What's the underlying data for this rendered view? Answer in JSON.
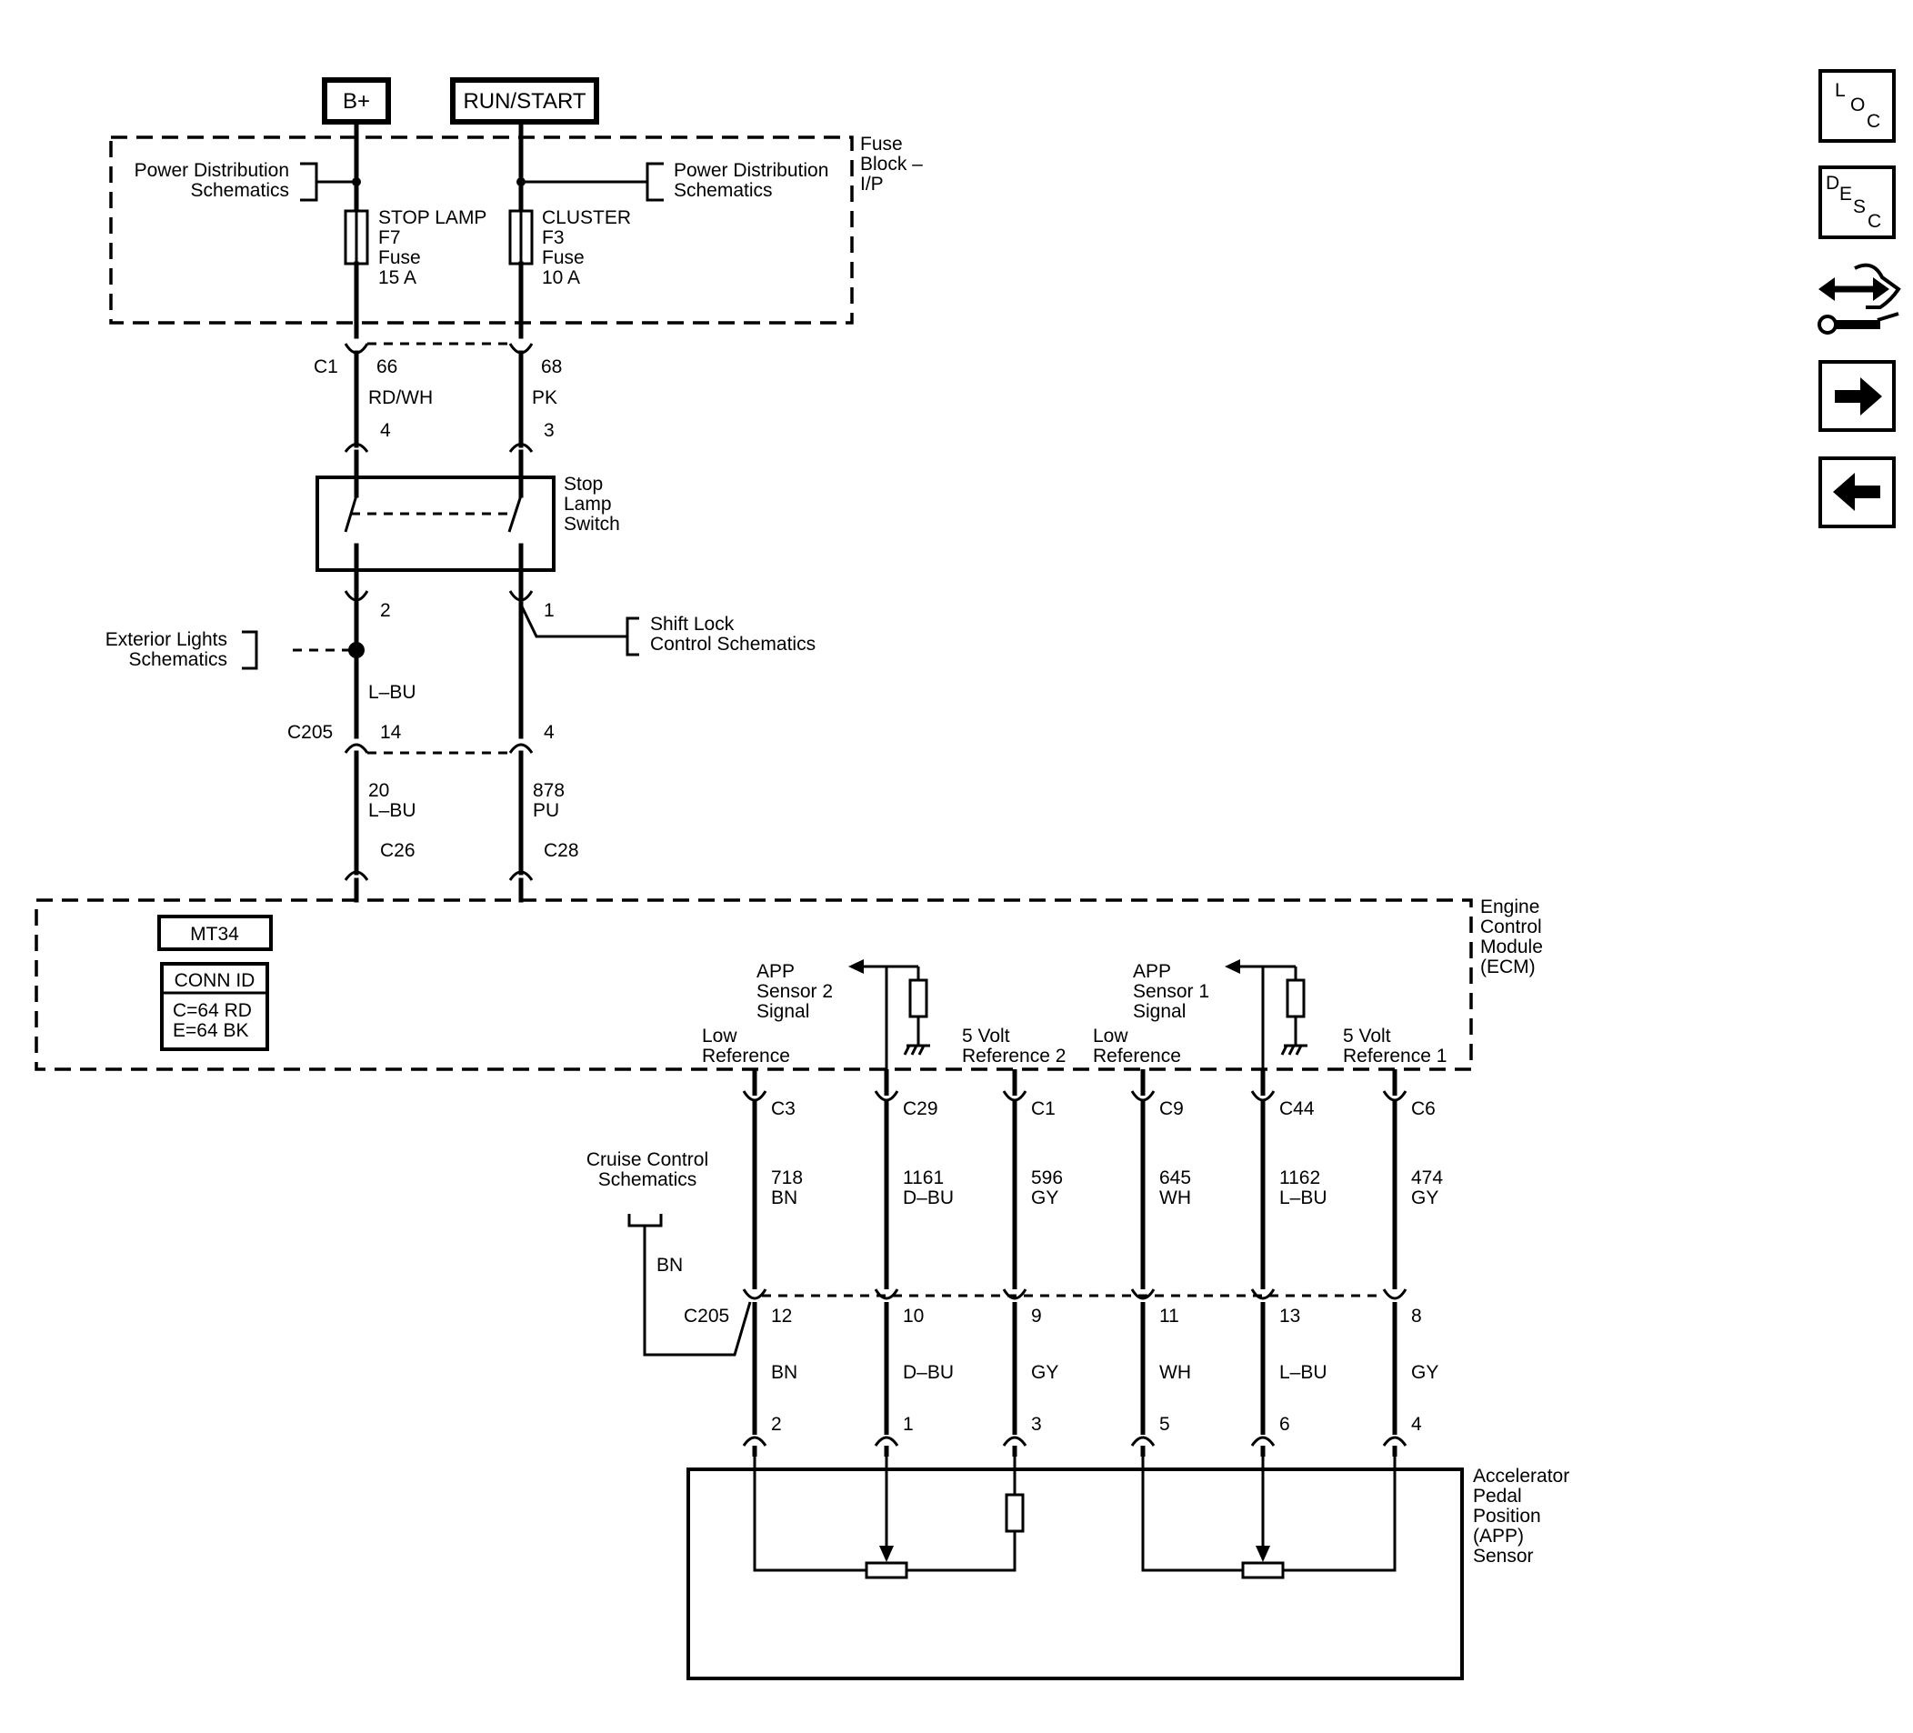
{
  "power": {
    "bplus": "B+",
    "runstart": "RUN/START"
  },
  "fuse_block": {
    "label": [
      "Fuse",
      "Block –",
      "I/P"
    ],
    "pd_left": [
      "Power Distribution",
      "Schematics"
    ],
    "pd_right": [
      "Power Distribution",
      "Schematics"
    ],
    "stop_fuse": [
      "STOP LAMP",
      "F7",
      "Fuse",
      "15 A"
    ],
    "cluster_fuse": [
      "CLUSTER",
      "F3",
      "Fuse",
      "10 A"
    ]
  },
  "upper": {
    "c1": "C1",
    "pin66": "66",
    "pin68": "68",
    "rdwh": "RD/WH",
    "pk": "PK",
    "sw_pin4": "4",
    "sw_pin3": "3",
    "switch_label": [
      "Stop",
      "Lamp",
      "Switch"
    ],
    "sw_pin2": "2",
    "sw_pin1": "1",
    "shift_lock": [
      "Shift Lock",
      "Control Schematics"
    ],
    "exterior": [
      "Exterior Lights",
      "Schematics"
    ],
    "lbu": "L–BU",
    "c205": "C205",
    "pin14": "14",
    "pin4": "4",
    "w20": "20",
    "w20c": "L–BU",
    "w878": "878",
    "w878c": "PU",
    "c26": "C26",
    "c28": "C28"
  },
  "ecm": {
    "label": [
      "Engine",
      "Control",
      "Module",
      "(ECM)"
    ],
    "mt34": "MT34",
    "conn_id": "CONN ID",
    "conn_lines": [
      "C=64 RD",
      "E=64 BK"
    ],
    "app2_signal": [
      "APP",
      "Sensor 2",
      "Signal"
    ],
    "app1_signal": [
      "APP",
      "Sensor 1",
      "Signal"
    ],
    "low_ref_a": [
      "Low",
      "Reference"
    ],
    "ref2": [
      "5 Volt",
      "Reference 2"
    ],
    "low_ref_b": [
      "Low",
      "Reference"
    ],
    "ref1": [
      "5 Volt",
      "Reference 1"
    ]
  },
  "circuits": [
    {
      "pin": "C3",
      "num": "718",
      "color": "BN",
      "c205": "12",
      "lower": "BN",
      "sensor_pin": "2"
    },
    {
      "pin": "C29",
      "num": "1161",
      "color": "D–BU",
      "c205": "10",
      "lower": "D–BU",
      "sensor_pin": "1"
    },
    {
      "pin": "C1",
      "num": "596",
      "color": "GY",
      "c205": "9",
      "lower": "GY",
      "sensor_pin": "3"
    },
    {
      "pin": "C9",
      "num": "645",
      "color": "WH",
      "c205": "11",
      "lower": "WH",
      "sensor_pin": "5"
    },
    {
      "pin": "C44",
      "num": "1162",
      "color": "L–BU",
      "c205": "13",
      "lower": "L–BU",
      "sensor_pin": "6"
    },
    {
      "pin": "C6",
      "num": "474",
      "color": "GY",
      "c205": "8",
      "lower": "GY",
      "sensor_pin": "4"
    }
  ],
  "cruise": {
    "label": [
      "Cruise Control",
      "Schematics"
    ],
    "wire": "BN",
    "c205": "C205"
  },
  "app_sensor": [
    "Accelerator",
    "Pedal",
    "Position",
    "(APP)",
    "Sensor"
  ],
  "nav": {
    "loc": [
      "L",
      "O",
      "C"
    ],
    "desc": [
      "D",
      "E",
      "S",
      "C"
    ],
    "icons": [
      "swap-wrench-icon",
      "arrow-right-icon",
      "arrow-left-icon"
    ]
  }
}
